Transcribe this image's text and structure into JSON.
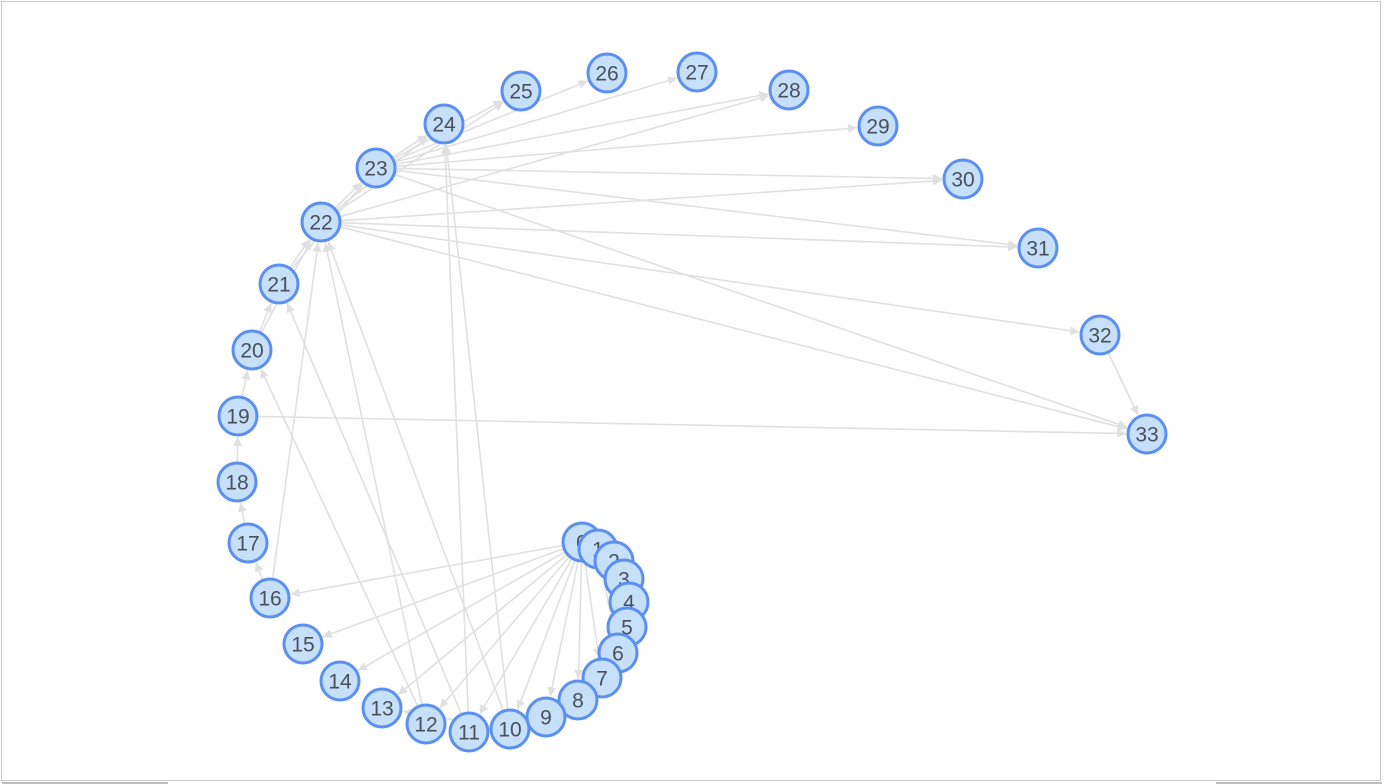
{
  "graph": {
    "colors": {
      "node_fill": "#c6e0fa",
      "node_stroke": "#5b8ff0",
      "edge": "#e0e0e0",
      "label": "#4a4f5a"
    },
    "nodes": [
      {
        "id": 0,
        "label": "0"
      },
      {
        "id": 1,
        "label": "1"
      },
      {
        "id": 2,
        "label": "2"
      },
      {
        "id": 3,
        "label": "3"
      },
      {
        "id": 4,
        "label": "4"
      },
      {
        "id": 5,
        "label": "5"
      },
      {
        "id": 6,
        "label": "6"
      },
      {
        "id": 7,
        "label": "7"
      },
      {
        "id": 8,
        "label": "8"
      },
      {
        "id": 9,
        "label": "9"
      },
      {
        "id": 10,
        "label": "10"
      },
      {
        "id": 11,
        "label": "11"
      },
      {
        "id": 12,
        "label": "12"
      },
      {
        "id": 13,
        "label": "13"
      },
      {
        "id": 14,
        "label": "14"
      },
      {
        "id": 15,
        "label": "15"
      },
      {
        "id": 16,
        "label": "16"
      },
      {
        "id": 17,
        "label": "17"
      },
      {
        "id": 18,
        "label": "18"
      },
      {
        "id": 19,
        "label": "19"
      },
      {
        "id": 20,
        "label": "20"
      },
      {
        "id": 21,
        "label": "21"
      },
      {
        "id": 22,
        "label": "22"
      },
      {
        "id": 23,
        "label": "23"
      },
      {
        "id": 24,
        "label": "24"
      },
      {
        "id": 25,
        "label": "25"
      },
      {
        "id": 26,
        "label": "26"
      },
      {
        "id": 27,
        "label": "27"
      },
      {
        "id": 28,
        "label": "28"
      },
      {
        "id": 29,
        "label": "29"
      },
      {
        "id": 30,
        "label": "30"
      },
      {
        "id": 31,
        "label": "31"
      },
      {
        "id": 32,
        "label": "32"
      },
      {
        "id": 33,
        "label": "33"
      }
    ],
    "edges": [
      [
        0,
        7
      ],
      [
        0,
        8
      ],
      [
        0,
        9
      ],
      [
        0,
        10
      ],
      [
        0,
        11
      ],
      [
        0,
        12
      ],
      [
        0,
        13
      ],
      [
        0,
        14
      ],
      [
        0,
        15
      ],
      [
        0,
        16
      ],
      [
        1,
        6
      ],
      [
        2,
        5
      ],
      [
        3,
        4
      ],
      [
        10,
        13
      ],
      [
        10,
        22
      ],
      [
        10,
        24
      ],
      [
        11,
        21
      ],
      [
        11,
        24
      ],
      [
        12,
        20
      ],
      [
        12,
        22
      ],
      [
        16,
        17
      ],
      [
        16,
        22
      ],
      [
        17,
        18
      ],
      [
        18,
        19
      ],
      [
        19,
        20
      ],
      [
        19,
        33
      ],
      [
        20,
        21
      ],
      [
        20,
        22
      ],
      [
        21,
        22
      ],
      [
        21,
        23
      ],
      [
        22,
        23
      ],
      [
        22,
        24
      ],
      [
        22,
        25
      ],
      [
        22,
        28
      ],
      [
        22,
        30
      ],
      [
        22,
        31
      ],
      [
        22,
        32
      ],
      [
        22,
        33
      ],
      [
        23,
        24
      ],
      [
        23,
        25
      ],
      [
        23,
        26
      ],
      [
        23,
        27
      ],
      [
        23,
        28
      ],
      [
        23,
        29
      ],
      [
        23,
        30
      ],
      [
        23,
        31
      ],
      [
        23,
        33
      ],
      [
        32,
        33
      ]
    ]
  }
}
